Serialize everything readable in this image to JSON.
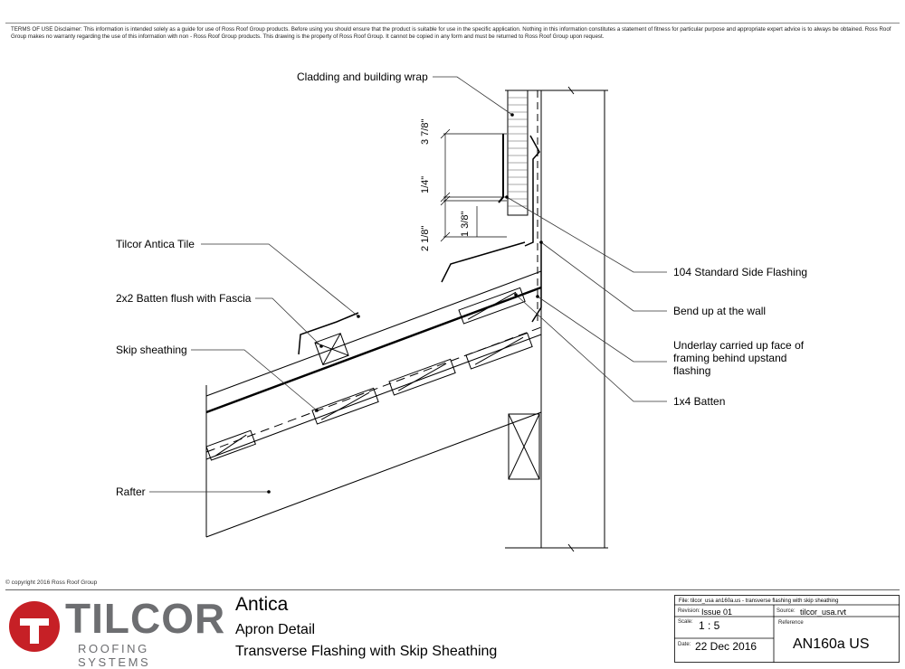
{
  "disclaimer": "TERMS OF USE Disclaimer: This information is intended solely as a guide for use of Ross Roof Group products. Before using you should ensure that the product is suitable for use in the specific application. Nothing in this information constitutes a statement of fitness for particular purpose and appropriate expert advice is to always be obtained. Ross Roof Group makes no warranty regarding the use of this information with non - Ross Roof Group products. This drawing is the property of Ross Roof Group. It cannot be copied in any form and must be returned to Ross Roof Group upon request.",
  "labels": {
    "cladding": "Cladding and building wrap",
    "tile": "Tilcor Antica Tile",
    "batten2x2": "2x2 Batten flush with Fascia",
    "skip": "Skip sheathing",
    "rafter": "Rafter",
    "side_flashing": "104 Standard Side Flashing",
    "bend_up": "Bend up at the wall",
    "underlay_1": "Underlay carried up face of",
    "underlay_2": "framing behind upstand",
    "underlay_3": "flashing",
    "batten1x4": "1x4 Batten"
  },
  "dimensions": {
    "d1": "3 7/8\"",
    "d2": "1/4\"",
    "d3": "1 3/8\"",
    "d4": "2 1/8\""
  },
  "footer": {
    "copyright": "© copyright 2016 Ross Roof Group",
    "logo_word": "TILCOR",
    "logo_sub": "ROOFING SYSTEMS",
    "brand_red": "#c62026",
    "brand_gray": "#6d6e71",
    "product": "Antica",
    "detail": "Apron Detail",
    "subtitle": "Transverse Flashing with Skip Sheathing"
  },
  "title_block": {
    "file": "File: tilcor_usa an160a.us - transverse flashing with skip sheathing",
    "revision_key": "Revision:",
    "revision": "Issue 01",
    "source_key": "Source:",
    "source": "tilcor_usa.rvt",
    "scale_key": "Scale:",
    "scale": "1 : 5",
    "reference_key": "Reference",
    "date_key": "Date:",
    "date": "22 Dec 2016",
    "reference": "AN160a US"
  }
}
